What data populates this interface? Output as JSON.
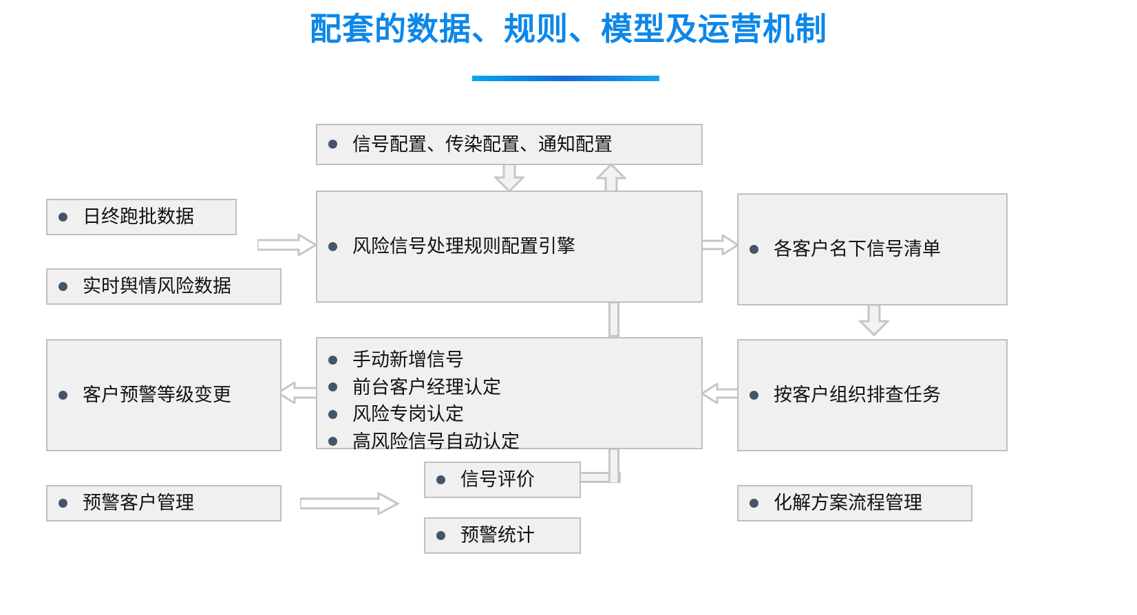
{
  "slide": {
    "title": "配套的数据、规则、模型及运营机制",
    "title_color": "#0D87E9",
    "underline_colors": [
      "#00A8F0",
      "#1668D8",
      "#16A4EE"
    ],
    "box_fill": "#F0F0F0",
    "box_border": "#BFBFBF",
    "bullet_color": "#44546A",
    "connector_color": "#C6C6C6"
  },
  "nodes": {
    "signal_config": {
      "label": "信号配置、传染配置、通知配置"
    },
    "daily_batch_data": {
      "label": "日终跑批数据"
    },
    "realtime_sentiment_data": {
      "label": "实时舆情风险数据"
    },
    "rule_engine": {
      "label": "风险信号处理规则配置引擎"
    },
    "customer_signal_list": {
      "label": "各客户名下信号清单"
    },
    "customer_alert_level_change": {
      "label": "客户预警等级变更"
    },
    "identification_methods": {
      "items": [
        "手动新增信号",
        "前台客户经理认定",
        "风险专岗认定",
        "高风险信号自动认定"
      ]
    },
    "inspection_task": {
      "label": "按客户组织排查任务"
    },
    "alert_customer_management": {
      "label": "预警客户管理"
    },
    "signal_evaluation": {
      "label": "信号评价"
    },
    "alert_statistics": {
      "label": "预警统计"
    },
    "resolution_flow_management": {
      "label": "化解方案流程管理"
    }
  },
  "connectors": [
    {
      "name": "data-to-engine",
      "direction": "right"
    },
    {
      "name": "engine-to-signal-config",
      "direction": "up"
    },
    {
      "name": "signal-config-to-engine",
      "direction": "down"
    },
    {
      "name": "engine-to-customer-signal-list",
      "direction": "right"
    },
    {
      "name": "customer-signal-list-to-inspection-task",
      "direction": "down"
    },
    {
      "name": "inspection-task-to-identification",
      "direction": "left"
    },
    {
      "name": "identification-to-alert-level-change",
      "direction": "left"
    },
    {
      "name": "engine-to-identification",
      "direction": "down"
    },
    {
      "name": "signal-evaluation-to-engine",
      "direction": "up"
    },
    {
      "name": "alert-customer-management-to-signal-evaluation",
      "direction": "right"
    }
  ]
}
